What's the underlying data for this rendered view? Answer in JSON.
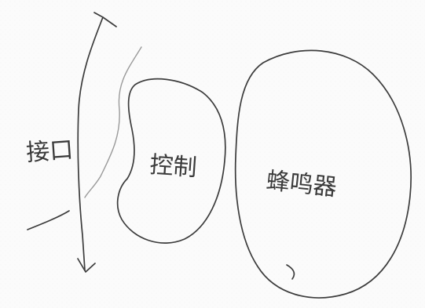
{
  "labels": {
    "interface": "接口",
    "kidney_shape": "控制",
    "large_blob": "蜂鸣器"
  }
}
